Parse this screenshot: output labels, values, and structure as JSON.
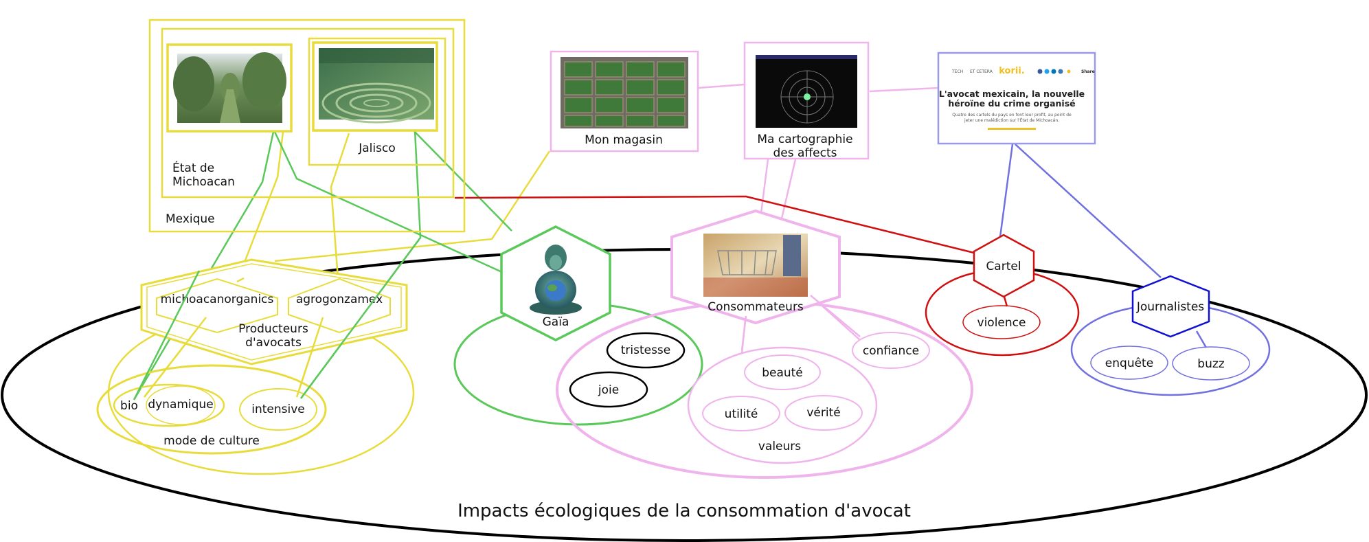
{
  "diagram": {
    "title": "Impacts écologiques de la consommation d'avocat",
    "places": {
      "mexique": "Mexique",
      "michoacan_line1": "État de",
      "michoacan_line2": "Michoacan",
      "jalisco": "Jalisco"
    },
    "sources": {
      "magasin": "Mon magasin",
      "carto_line1": "Ma cartographie",
      "carto_line2": "des affects"
    },
    "article": {
      "brand": "korii.",
      "headline_line1": "L'avocat mexicain, la nouvelle",
      "headline_line2": "héroïne du crime organisé",
      "intro_line1": "Quatre des cartels du pays en font leur profit, au point de",
      "intro_line2": "jeter une malédiction sur l'État de Michoacán.",
      "nav_left1": "TECH",
      "nav_left2": "ET CETERA",
      "nav_right": "Share"
    },
    "producers": {
      "org1": "michoacanorganics",
      "org2": "agrogonzamex",
      "group_line1": "Producteurs",
      "group_line2": "d'avocats",
      "culture": {
        "label": "mode de culture",
        "bio": "bio",
        "dynamique": "dynamique",
        "intensive": "intensive"
      }
    },
    "gaia": {
      "label": "Gaïa",
      "tristesse": "tristesse",
      "joie": "joie"
    },
    "consumers": {
      "label": "Consommateurs",
      "confiance": "confiance",
      "valeurs": {
        "label": "valeurs",
        "beaute": "beauté",
        "utilite": "utilité",
        "verite": "vérité"
      }
    },
    "cartel": {
      "label": "Cartel",
      "violence": "violence"
    },
    "journalists": {
      "label": "Journalistes",
      "enquete": "enquête",
      "buzz": "buzz"
    },
    "colors": {
      "yellow": "#e8dc3c",
      "green": "#5ac85a",
      "pink": "#f0b4ec",
      "red": "#d01010",
      "blue": "#7070e0",
      "dark_blue": "#1010d0",
      "black": "#000000"
    }
  }
}
